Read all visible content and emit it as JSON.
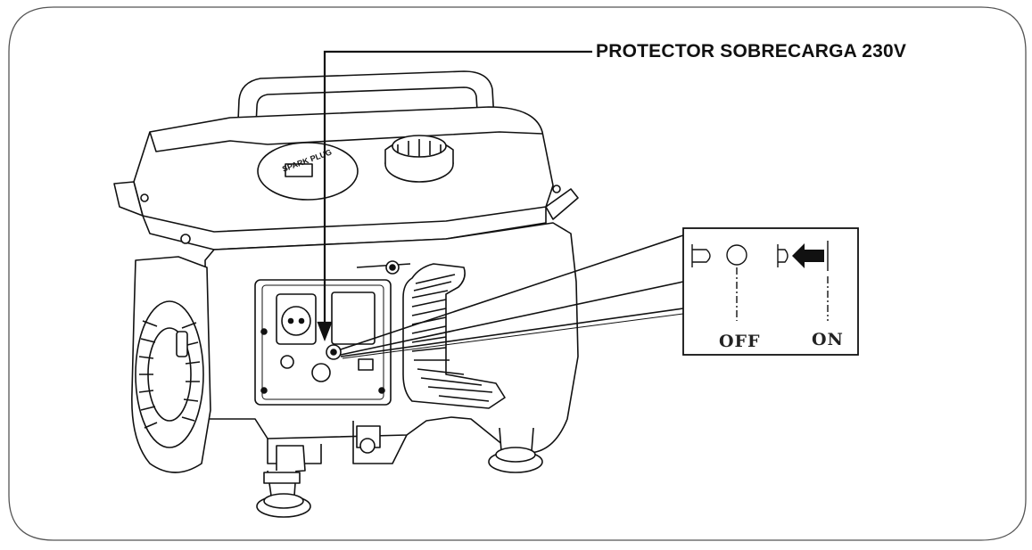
{
  "callout": {
    "title": "PROTECTOR SOBRECARGA  230V"
  },
  "switch_detail": {
    "off_label": "OFF",
    "on_label": "ON"
  },
  "engraved": {
    "spark_plug": "SPARK PLUG"
  },
  "colors": {
    "line": "#111111",
    "frame": "#555555",
    "background": "#ffffff"
  }
}
